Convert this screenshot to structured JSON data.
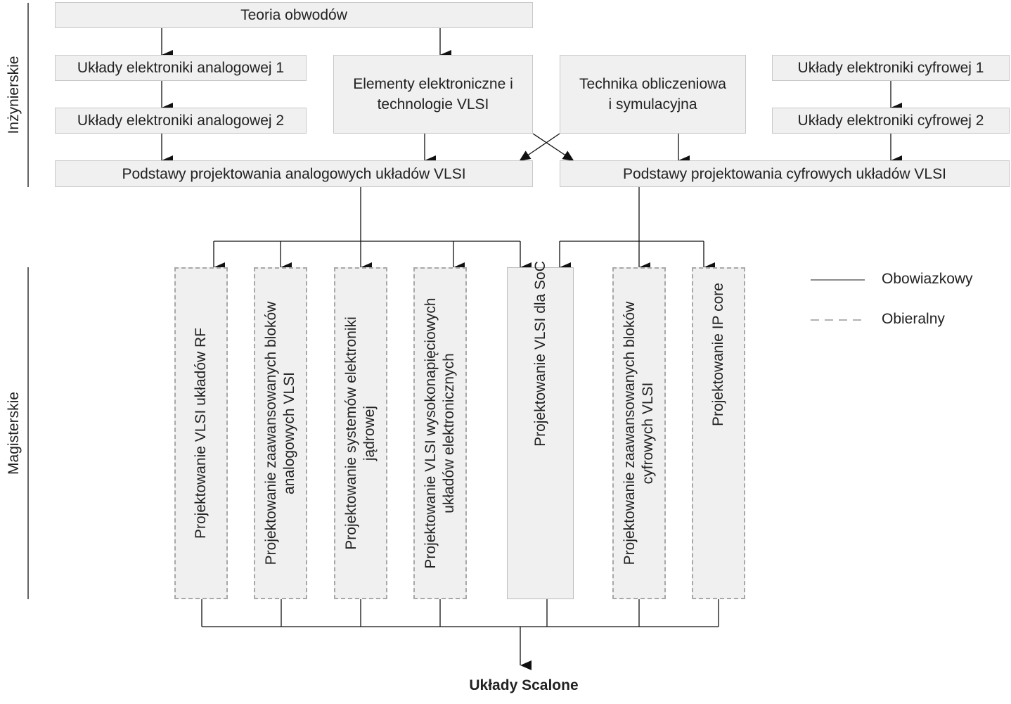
{
  "sections": {
    "engineering": "Inżynierskie",
    "masters": "Magisterskie"
  },
  "top": {
    "teoria": "Teoria obwodów",
    "analog1": "Układy elektroniki analogowej 1",
    "analog2": "Układy elektroniki analogowej 2",
    "elementy_l1": "Elementy elektroniczne i",
    "elementy_l2": "technologie VLSI",
    "technika_l1": "Technika obliczeniowa",
    "technika_l2": "i symulacyjna",
    "cyfr1": "Układy elektroniki cyfrowej 1",
    "cyfr2": "Układy elektroniki cyfrowej 2",
    "podst_analog": "Podstawy projektowania analogowych układów VLSI",
    "podst_cyfr": "Podstawy projektowania cyfrowych układów VLSI"
  },
  "courses": {
    "rf": {
      "l1": "Projektowanie VLSI układów RF"
    },
    "analog_adv": {
      "l1": "Projektowanie zaawansowanych bloków",
      "l2": "analogowych VLSI"
    },
    "nuclear": {
      "l1": "Projektowanie systemów elektroniki",
      "l2": "jądrowej"
    },
    "hv": {
      "l1": "Projektowanie VLSI wysokonapięciowych",
      "l2": "układów elektronicznych"
    },
    "soc": {
      "l1": "Projektowanie VLSI dla SoC"
    },
    "digital_adv": {
      "l1": "Projektowanie zaawansowanych bloków",
      "l2": "cyfrowych VLSI"
    },
    "ipcore": {
      "l1": "Projektowanie IP core"
    }
  },
  "legend": {
    "mandatory": "Obowiazkowy",
    "elective": "Obieralny"
  },
  "final": "Układy Scalone",
  "colors": {
    "box_fill": "#f0f0f0",
    "box_border": "#c8c8c8",
    "dashed_border": "#a8a8a8",
    "line": "#222222"
  }
}
